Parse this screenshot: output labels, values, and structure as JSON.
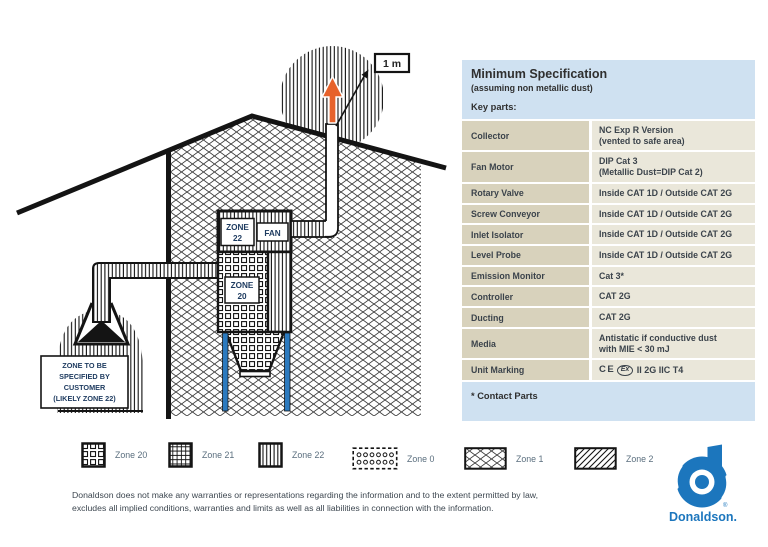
{
  "diagram": {
    "stack_clearance_label": "1 m",
    "fan_label": "FAN",
    "collector_zone_box": [
      "ZONE",
      "22"
    ],
    "filter_zone_box": [
      "ZONE",
      "20"
    ],
    "customer_note": [
      "ZONE TO BE",
      "SPECIFIED BY",
      "CUSTOMER",
      "(LIKELY ZONE 22)"
    ],
    "colors": {
      "arrow_orange": "#e7622b",
      "support_leg_blue": "#2b7abf",
      "outline_black": "#141414",
      "label_navy": "#1d3a5f"
    }
  },
  "spec_table": {
    "title": "Minimum Specification",
    "subtitle": "(assuming non metallic dust)",
    "key_parts_heading": "Key parts:",
    "rows": [
      {
        "label": "Collector",
        "value": "NC Exp R Version",
        "value2": "(vented to safe area)"
      },
      {
        "label": "Fan Motor",
        "value": "DIP Cat 3",
        "value2": "(Metallic Dust=DIP Cat 2)"
      },
      {
        "label": "Rotary Valve",
        "value": "Inside CAT 1D / Outside CAT 2G"
      },
      {
        "label": "Screw Conveyor",
        "value": "Inside CAT 1D / Outside CAT 2G"
      },
      {
        "label": "Inlet Isolator",
        "value": "Inside CAT 1D / Outside CAT 2G"
      },
      {
        "label": "Level Probe",
        "value": "Inside CAT 1D / Outside CAT 2G"
      },
      {
        "label": "Emission Monitor",
        "value": "Cat 3*"
      },
      {
        "label": "Controller",
        "value": "CAT 2G"
      },
      {
        "label": "Ducting",
        "value": "CAT 2G"
      },
      {
        "label": "Media",
        "value": "Antistatic if conductive dust",
        "value2": "with MIE < 30 mJ"
      },
      {
        "label": "Unit Marking"
      }
    ],
    "unit_marking_parts": {
      "ce": "CE",
      "ex": "Ex",
      "code": "II 2G IIC T4"
    },
    "footnote": "* Contact Parts",
    "colors": {
      "header_bg": "#cfe1f1",
      "label_col_bg": "#d8d2bc",
      "value_col_bg": "#eae7da",
      "text": "#3b434b"
    }
  },
  "legend": {
    "items": [
      {
        "label": "Zone 20",
        "icon": "zone20-square-grid-pattern"
      },
      {
        "label": "Zone 21",
        "icon": "zone21-fine-grid-pattern"
      },
      {
        "label": "Zone 22",
        "icon": "zone22-vertical-stripe-pattern"
      },
      {
        "label": "Zone 0",
        "icon": "zone0-dotted-pattern"
      },
      {
        "label": "Zone 1",
        "icon": "zone1-crosshatch-pattern"
      },
      {
        "label": "Zone 2",
        "icon": "zone2-diagonal-stripe-pattern"
      }
    ]
  },
  "disclaimer": {
    "line1": "Donaldson does not make any warranties or representations regarding the information and to the extent permitted by law,",
    "line2": "excludes all implied conditions, warranties and limits as well as all liabilities in connection with the information."
  },
  "logo": {
    "brand": "Donaldson.",
    "registered_mark": "®",
    "color": "#1c76bd"
  }
}
